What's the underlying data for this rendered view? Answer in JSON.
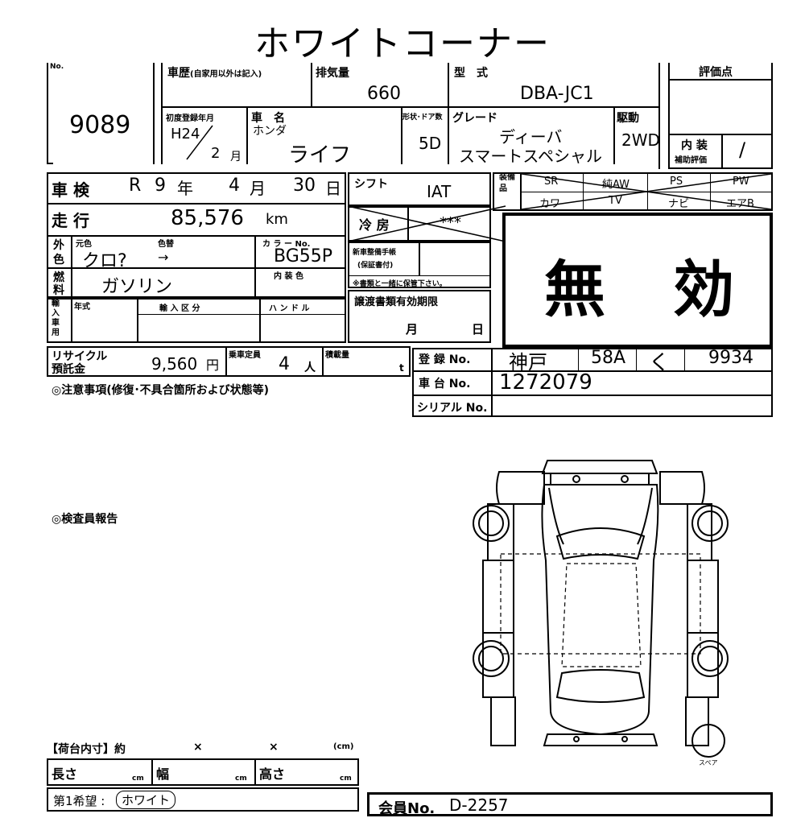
{
  "title": "ホワイトコーナー",
  "lot": {
    "no_label": "No.",
    "number": "9089"
  },
  "history": {
    "label": "車歴",
    "note": "(自家用以外は記入)"
  },
  "displacement": {
    "label": "排気量",
    "value": "660"
  },
  "model": {
    "label": "型　式",
    "value": "DBA-JC1"
  },
  "score": {
    "label": "評価点"
  },
  "first_reg": {
    "label": "初度登録年月",
    "year": "H24",
    "month": "2",
    "month_unit": "月"
  },
  "car_name": {
    "label": "車　名",
    "maker": "ホンダ",
    "name": "ライフ"
  },
  "body_doors": {
    "label": "形状･ドア数",
    "value": "5D"
  },
  "grade": {
    "label": "グレード",
    "line1": "ディーバ",
    "line2": "スマートスペシャル"
  },
  "drive": {
    "label": "駆動",
    "value": "2WD"
  },
  "interior_score": {
    "label1": "内 装",
    "label2": "補助評価",
    "value": "/"
  },
  "inspection": {
    "label": "車 検",
    "era": "R",
    "year": "9",
    "year_unit": "年",
    "month": "4",
    "month_unit": "月",
    "day": "30",
    "day_unit": "日"
  },
  "mileage": {
    "label": "走 行",
    "value": "85,576",
    "unit": "km"
  },
  "color": {
    "label1": "外",
    "label2": "色",
    "orig_label": "元色",
    "repaint_label": "色替",
    "color_no_label": "カ ラ ー No.",
    "orig_value": "クロ?",
    "arrow": "→",
    "color_no": "BG55P"
  },
  "fuel": {
    "label1": "燃",
    "label2": "料",
    "value": "ガソリン",
    "interior_color_label": "内 装 色"
  },
  "import": {
    "label": "輸入車用",
    "year_label": "年式",
    "type_label": "輸 入 区 分",
    "handle_label": "ハ ン ド ル"
  },
  "recycle": {
    "label1": "リサイクル",
    "label2": "預託金",
    "value": "9,560",
    "unit": "円"
  },
  "capacity": {
    "label": "乗車定員",
    "value": "4",
    "unit": "人"
  },
  "load": {
    "label": "積載量",
    "unit": "t"
  },
  "shift": {
    "label": "シフト",
    "value": "IAT"
  },
  "aircon": {
    "label": "冷 房",
    "value": "***"
  },
  "new_car_manual": {
    "label1": "新車整備手帳",
    "label2": "(保証書付)",
    "note": "※書類と一緒に保管下さい。"
  },
  "doc_expiry": {
    "label": "譲渡書類有効期限",
    "month_unit": "月",
    "day_unit": "日"
  },
  "equipment": {
    "label": "装備品",
    "row1": [
      "SR",
      "純AW",
      "PS",
      "PW"
    ],
    "row2": [
      "カワ",
      "TV",
      "ナビ",
      "エアB"
    ]
  },
  "stamp": {
    "text1": "無",
    "text2": "効"
  },
  "registration": {
    "label": "登 録 No.",
    "region": "神戸",
    "class": "58A",
    "kana": "く",
    "number": "9934"
  },
  "chassis": {
    "label": "車 台 No.",
    "value": "1272079"
  },
  "serial": {
    "label": "シリアル No."
  },
  "notes": {
    "label": "◎注意事項(修復･不具合箇所および状態等)"
  },
  "inspector": {
    "label": "◎検査員報告"
  },
  "spare_label": "スペア",
  "cargo": {
    "label": "【荷台内寸】約",
    "x1": "×",
    "x2": "×",
    "unit": "(cm)",
    "length_label": "長さ",
    "width_label": "幅",
    "height_label": "高さ",
    "cm": "cm"
  },
  "wish": {
    "label": "第1希望 :",
    "value": "ホワイト"
  },
  "member": {
    "label": "会員No.",
    "value": "D-2257"
  }
}
